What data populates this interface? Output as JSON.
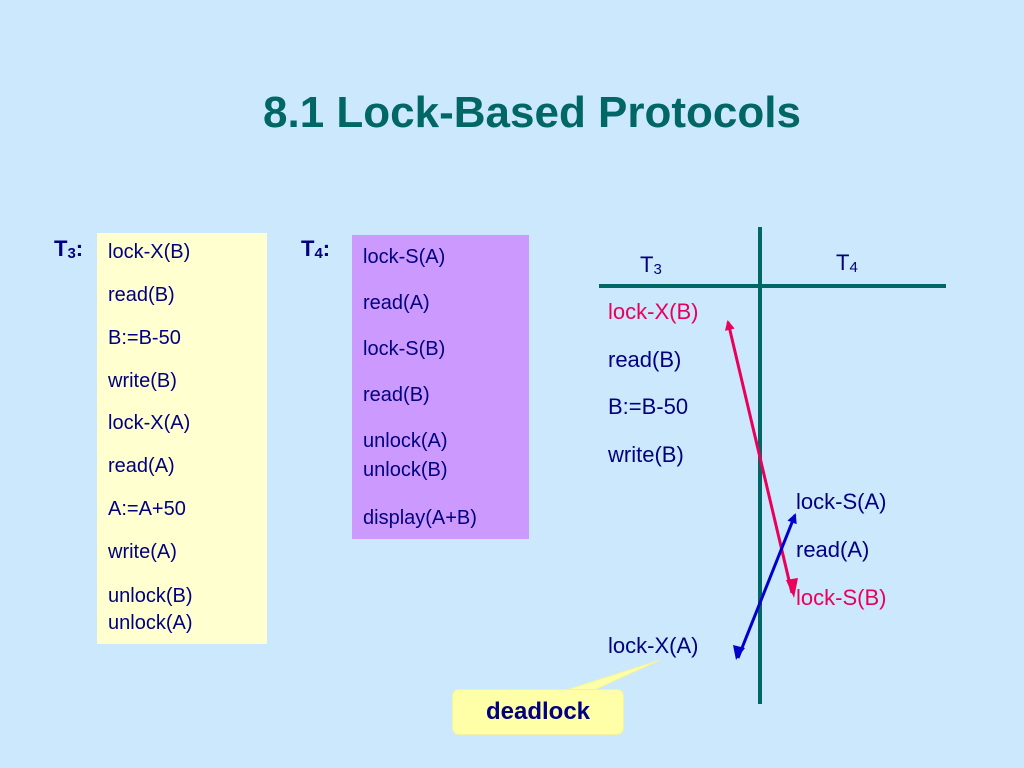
{
  "title": "8.1 Lock-Based Protocols",
  "t3": {
    "label_main": "T",
    "label_sub": "3",
    "label_colon": ":",
    "steps": [
      "lock-X(B)",
      "read(B)",
      "B:=B-50",
      "write(B)",
      "lock-X(A)",
      "read(A)",
      "A:=A+50",
      "write(A)",
      "unlock(B)",
      "unlock(A)"
    ]
  },
  "t4": {
    "label_main": "T",
    "label_sub": "4",
    "label_colon": ":",
    "steps": [
      "lock-S(A)",
      "read(A)",
      "lock-S(B)",
      "read(B)",
      "unlock(A)",
      "unlock(B)",
      "display(A+B)"
    ]
  },
  "schedule": {
    "col_t3_main": "T",
    "col_t3_sub": "3",
    "col_t4_main": "T",
    "col_t4_sub": "4",
    "t3_steps": [
      "lock-X(B)",
      "read(B)",
      "B:=B-50",
      "write(B)",
      "lock-X(A)"
    ],
    "t4_steps": [
      "lock-S(A)",
      "read(A)",
      "lock-S(B)"
    ],
    "highlight_color": "#e8005a",
    "arrow_blue_color": "#0000cc"
  },
  "callout": {
    "text": "deadlock"
  }
}
